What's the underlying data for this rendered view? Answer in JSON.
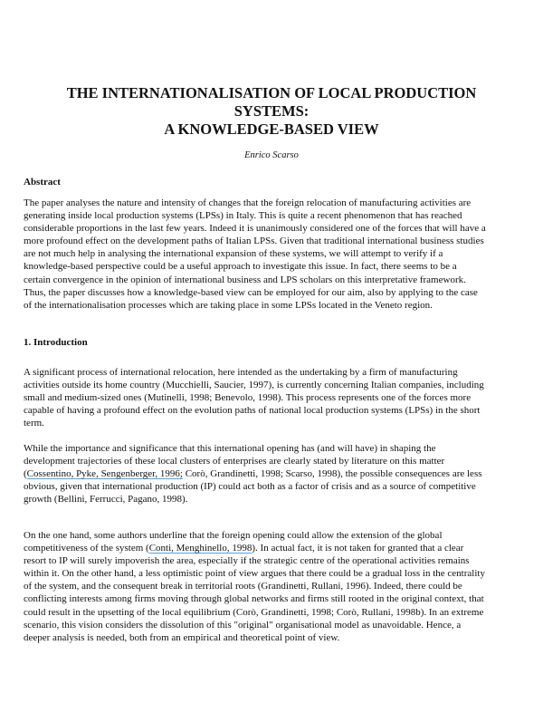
{
  "title_lines": [
    "THE INTERNATIONALISATION OF LOCAL PRODUCTION",
    "SYSTEMS:",
    "A KNOWLEDGE-BASED VIEW"
  ],
  "author": "Enrico Scarso",
  "abstract_heading": "Abstract",
  "intro_heading": "1. Introduction",
  "link_color": "#4aa3f0",
  "paragraphs": [
    {
      "lines": [
        [
          {
            "t": "The paper analyses the nature and intensity of changes that the foreign relocation of manufacturing activities are"
          }
        ],
        [
          {
            "t": "generating inside local production systems (LPSs) in Italy. This is quite a recent phenomenon that has reached"
          }
        ],
        [
          {
            "t": "considerable proportions in the last few years. Indeed it is unanimously considered one of the forces that will have a"
          }
        ],
        [
          {
            "t": "more profound effect on the development paths of Italian LPSs. Given that traditional international business studies"
          }
        ],
        [
          {
            "t": "are not much help in analysing the international expansion of these systems, we will attempt to verify if a"
          }
        ],
        [
          {
            "t": "knowledge-based perspective could be a useful approach to investigate this issue. In fact, there seems to be a"
          }
        ],
        [
          {
            "t": "certain convergence in the opinion of international business and LPS scholars on this interpretative framework."
          }
        ],
        [
          {
            "t": "Thus, the paper discusses how a knowledge-based view can be employed for our aim, also by applying to the case"
          }
        ],
        [
          {
            "t": "of the internationalisation processes which are taking place in some LPSs located in the Veneto region."
          }
        ]
      ]
    },
    {
      "lines": [
        [
          {
            "t": "A significant process of international relocation, here intended as the undertaking by a firm of manufacturing"
          }
        ],
        [
          {
            "t": "activities outside its home country (Mucchielli, Saucier, 1997), is currently concerning Italian companies, including"
          }
        ],
        [
          {
            "t": "small and medium-sized ones (Mutinelli, 1998; Benevolo, 1998). This process represents one of the forces more"
          }
        ],
        [
          {
            "t": "capable of having a profound effect on the evolution paths of national local production systems (LPSs) in the short"
          }
        ],
        [
          {
            "t": "term."
          }
        ]
      ]
    },
    {
      "lines": [
        [
          {
            "t": "While the importance and significance that this international opening has (and will have) in shaping the"
          }
        ],
        [
          {
            "t": "development trajectories of these local clusters of enterprises are clearly stated by literature on this matter"
          }
        ],
        [
          {
            "t": "("
          },
          {
            "t": "Cossentino, Pyke, Sengenberger, 1996;",
            "link": true
          },
          {
            "t": " Corò, Grandinetti, 1998; Scarso, 1998), the possible consequences are less"
          }
        ],
        [
          {
            "t": "obvious, given that international production (IP) could act both as a factor of crisis and as a source of competitive"
          }
        ],
        [
          {
            "t": "growth (Bellini, Ferrucci, Pagano, 1998)."
          }
        ]
      ]
    },
    {
      "lines": [
        [
          {
            "t": "On the one hand, some authors underline that the foreign opening could allow the extension of the global"
          }
        ],
        [
          {
            "t": "competitiveness of the system ("
          },
          {
            "t": "Conti, Menghinello, 1998",
            "link": true
          },
          {
            "t": "). In actual fact, it is not taken for granted that a clear"
          }
        ],
        [
          {
            "t": "resort to IP will surely impoverish the area, especially if the strategic centre of the operational activities remains"
          }
        ],
        [
          {
            "t": "within it. On the other hand, a less optimistic point of view argues that there could be a gradual loss in the centrality"
          }
        ],
        [
          {
            "t": "of the system, and the consequent break in territorial roots (Grandinetti, Rullani, 1996). Indeed, there could be"
          }
        ],
        [
          {
            "t": "conflicting interests among firms moving through global networks and firms still rooted in the original context, that"
          }
        ],
        [
          {
            "t": "could result in the upsetting of the local equilibrium (Corò, Grandinetti, 1998; Corò, Rullani, 1998b). In an extreme"
          }
        ],
        [
          {
            "t": "scenario, this vision considers the dissolution of this \"original\" organisational model as unavoidable. Hence, a"
          }
        ],
        [
          {
            "t": "deeper analysis is needed, both from an empirical and theoretical point of view."
          }
        ]
      ]
    }
  ]
}
